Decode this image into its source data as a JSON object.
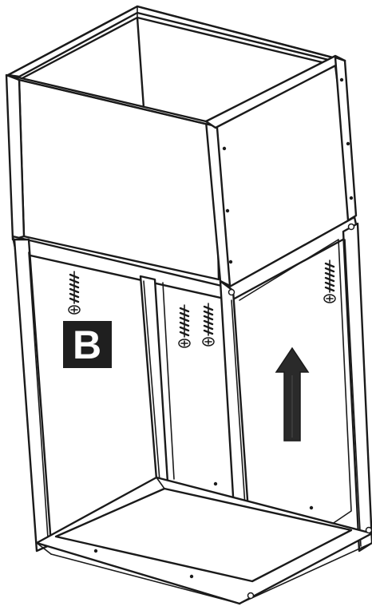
{
  "diagram": {
    "part_label": "B",
    "screw_count": 4,
    "arrow_direction": "up",
    "colors": {
      "line": "#1a1a1a",
      "background": "#ffffff",
      "label_background": "#1f1f1f",
      "label_text": "#ffffff",
      "arrow_fill": "#2a2a2a"
    },
    "icons": [
      "screw-icon",
      "up-arrow-icon"
    ]
  }
}
